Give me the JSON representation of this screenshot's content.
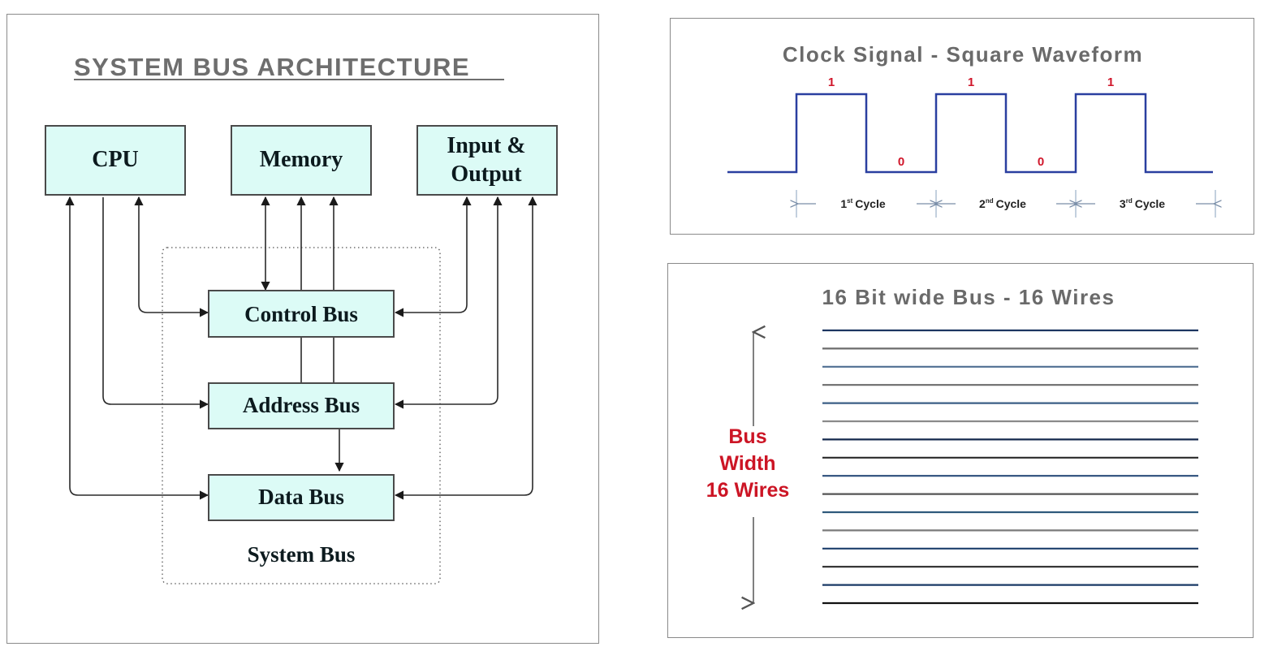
{
  "architecture": {
    "title": "SYSTEM BUS ARCHITECTURE",
    "components": [
      {
        "id": "cpu",
        "lines": [
          "CPU"
        ]
      },
      {
        "id": "memory",
        "lines": [
          "Memory"
        ]
      },
      {
        "id": "io",
        "lines": [
          "Input &",
          "Output"
        ]
      }
    ],
    "buses": [
      {
        "id": "control",
        "label": "Control Bus"
      },
      {
        "id": "address",
        "label": "Address Bus"
      },
      {
        "id": "data",
        "label": "Data Bus"
      }
    ],
    "group_label": "System Bus",
    "colors": {
      "box_fill": "#dcfbf6",
      "box_border": "#4a4a4a",
      "line": "#2a2a2a",
      "title": "#6e6e6e"
    }
  },
  "clock": {
    "title": "Clock Signal - Square Waveform",
    "levels": [
      1,
      0,
      1,
      0,
      1
    ],
    "level_labels": {
      "high": "1",
      "low": "0"
    },
    "cycles": [
      {
        "num": "1",
        "sup": "st",
        "word": "Cycle"
      },
      {
        "num": "2",
        "sup": "nd",
        "word": "Cycle"
      },
      {
        "num": "3",
        "sup": "rd",
        "word": "Cycle"
      }
    ],
    "colors": {
      "wave": "#2a3fa0",
      "label": "#d0162a",
      "title": "#6a6a6a"
    }
  },
  "wires": {
    "title": "16 Bit wide Bus - 16 Wires",
    "wire_count": 16,
    "label_lines": [
      "Bus",
      "Width",
      "16 Wires"
    ],
    "wire_colors": [
      "#1c3560",
      "#6c6c6c",
      "#4f6f92",
      "#6c6c6c",
      "#3b5f86",
      "#8a8a8a",
      "#14284d",
      "#2a2a2a",
      "#2b4d7a",
      "#555555",
      "#2f5a7c",
      "#7a7a7a",
      "#1d3f6c",
      "#2a2a2a",
      "#1a3a66",
      "#111111"
    ],
    "colors": {
      "label": "#cc1525",
      "title": "#6a6a6a",
      "arrow": "#555555"
    }
  }
}
